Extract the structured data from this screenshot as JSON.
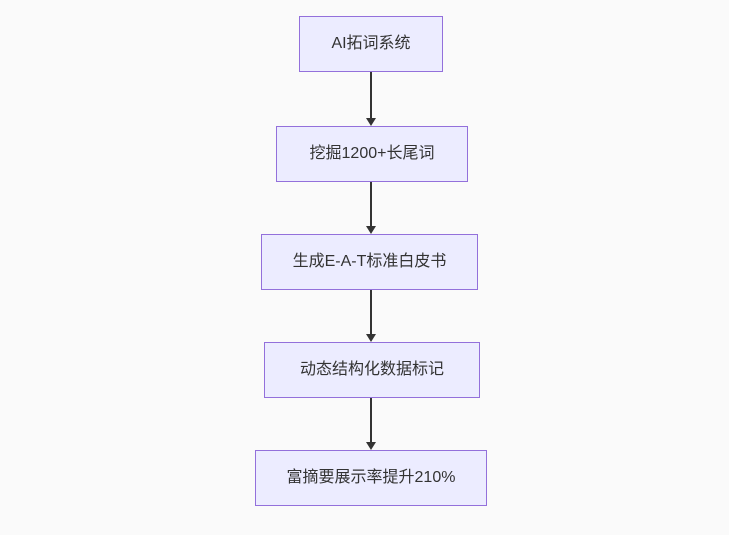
{
  "diagram": {
    "type": "flowchart-top-down",
    "nodes": [
      {
        "id": 0,
        "label": "AI拓词系统"
      },
      {
        "id": 1,
        "label": "挖掘1200+长尾词"
      },
      {
        "id": 2,
        "label": "生成E-A-T标准白皮书"
      },
      {
        "id": 3,
        "label": "动态结构化数据标记"
      },
      {
        "id": 4,
        "label": "富摘要展示率提升210%"
      }
    ],
    "edges": [
      {
        "from": 0,
        "to": 1,
        "style": "arrow"
      },
      {
        "from": 1,
        "to": 2,
        "style": "arrow"
      },
      {
        "from": 2,
        "to": 3,
        "style": "arrow"
      },
      {
        "from": 3,
        "to": 4,
        "style": "arrow"
      }
    ],
    "colors": {
      "background": "#fafafa",
      "node_fill": "#ECECFF",
      "node_border": "#9370DB",
      "arrow": "#333333",
      "text": "#333333"
    }
  }
}
